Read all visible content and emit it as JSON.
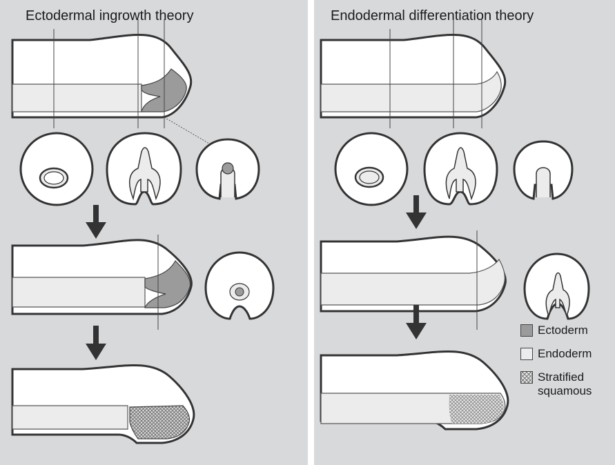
{
  "panels": {
    "left": {
      "title": "Ectodermal ingrowth theory"
    },
    "right": {
      "title": "Endodermal differentiation theory"
    }
  },
  "legend": {
    "items": [
      {
        "label": "Ectoderm",
        "color": "#9b9b9b"
      },
      {
        "label": "Endoderm",
        "color": "#ececec"
      },
      {
        "label": "Stratified squamous",
        "color": "#cfcfcf"
      }
    ]
  },
  "colors": {
    "background": "#d8d9db",
    "tissue": "#ffffff",
    "outline": "#333333",
    "ectoderm": "#9b9b9b",
    "endoderm": "#ececec"
  }
}
